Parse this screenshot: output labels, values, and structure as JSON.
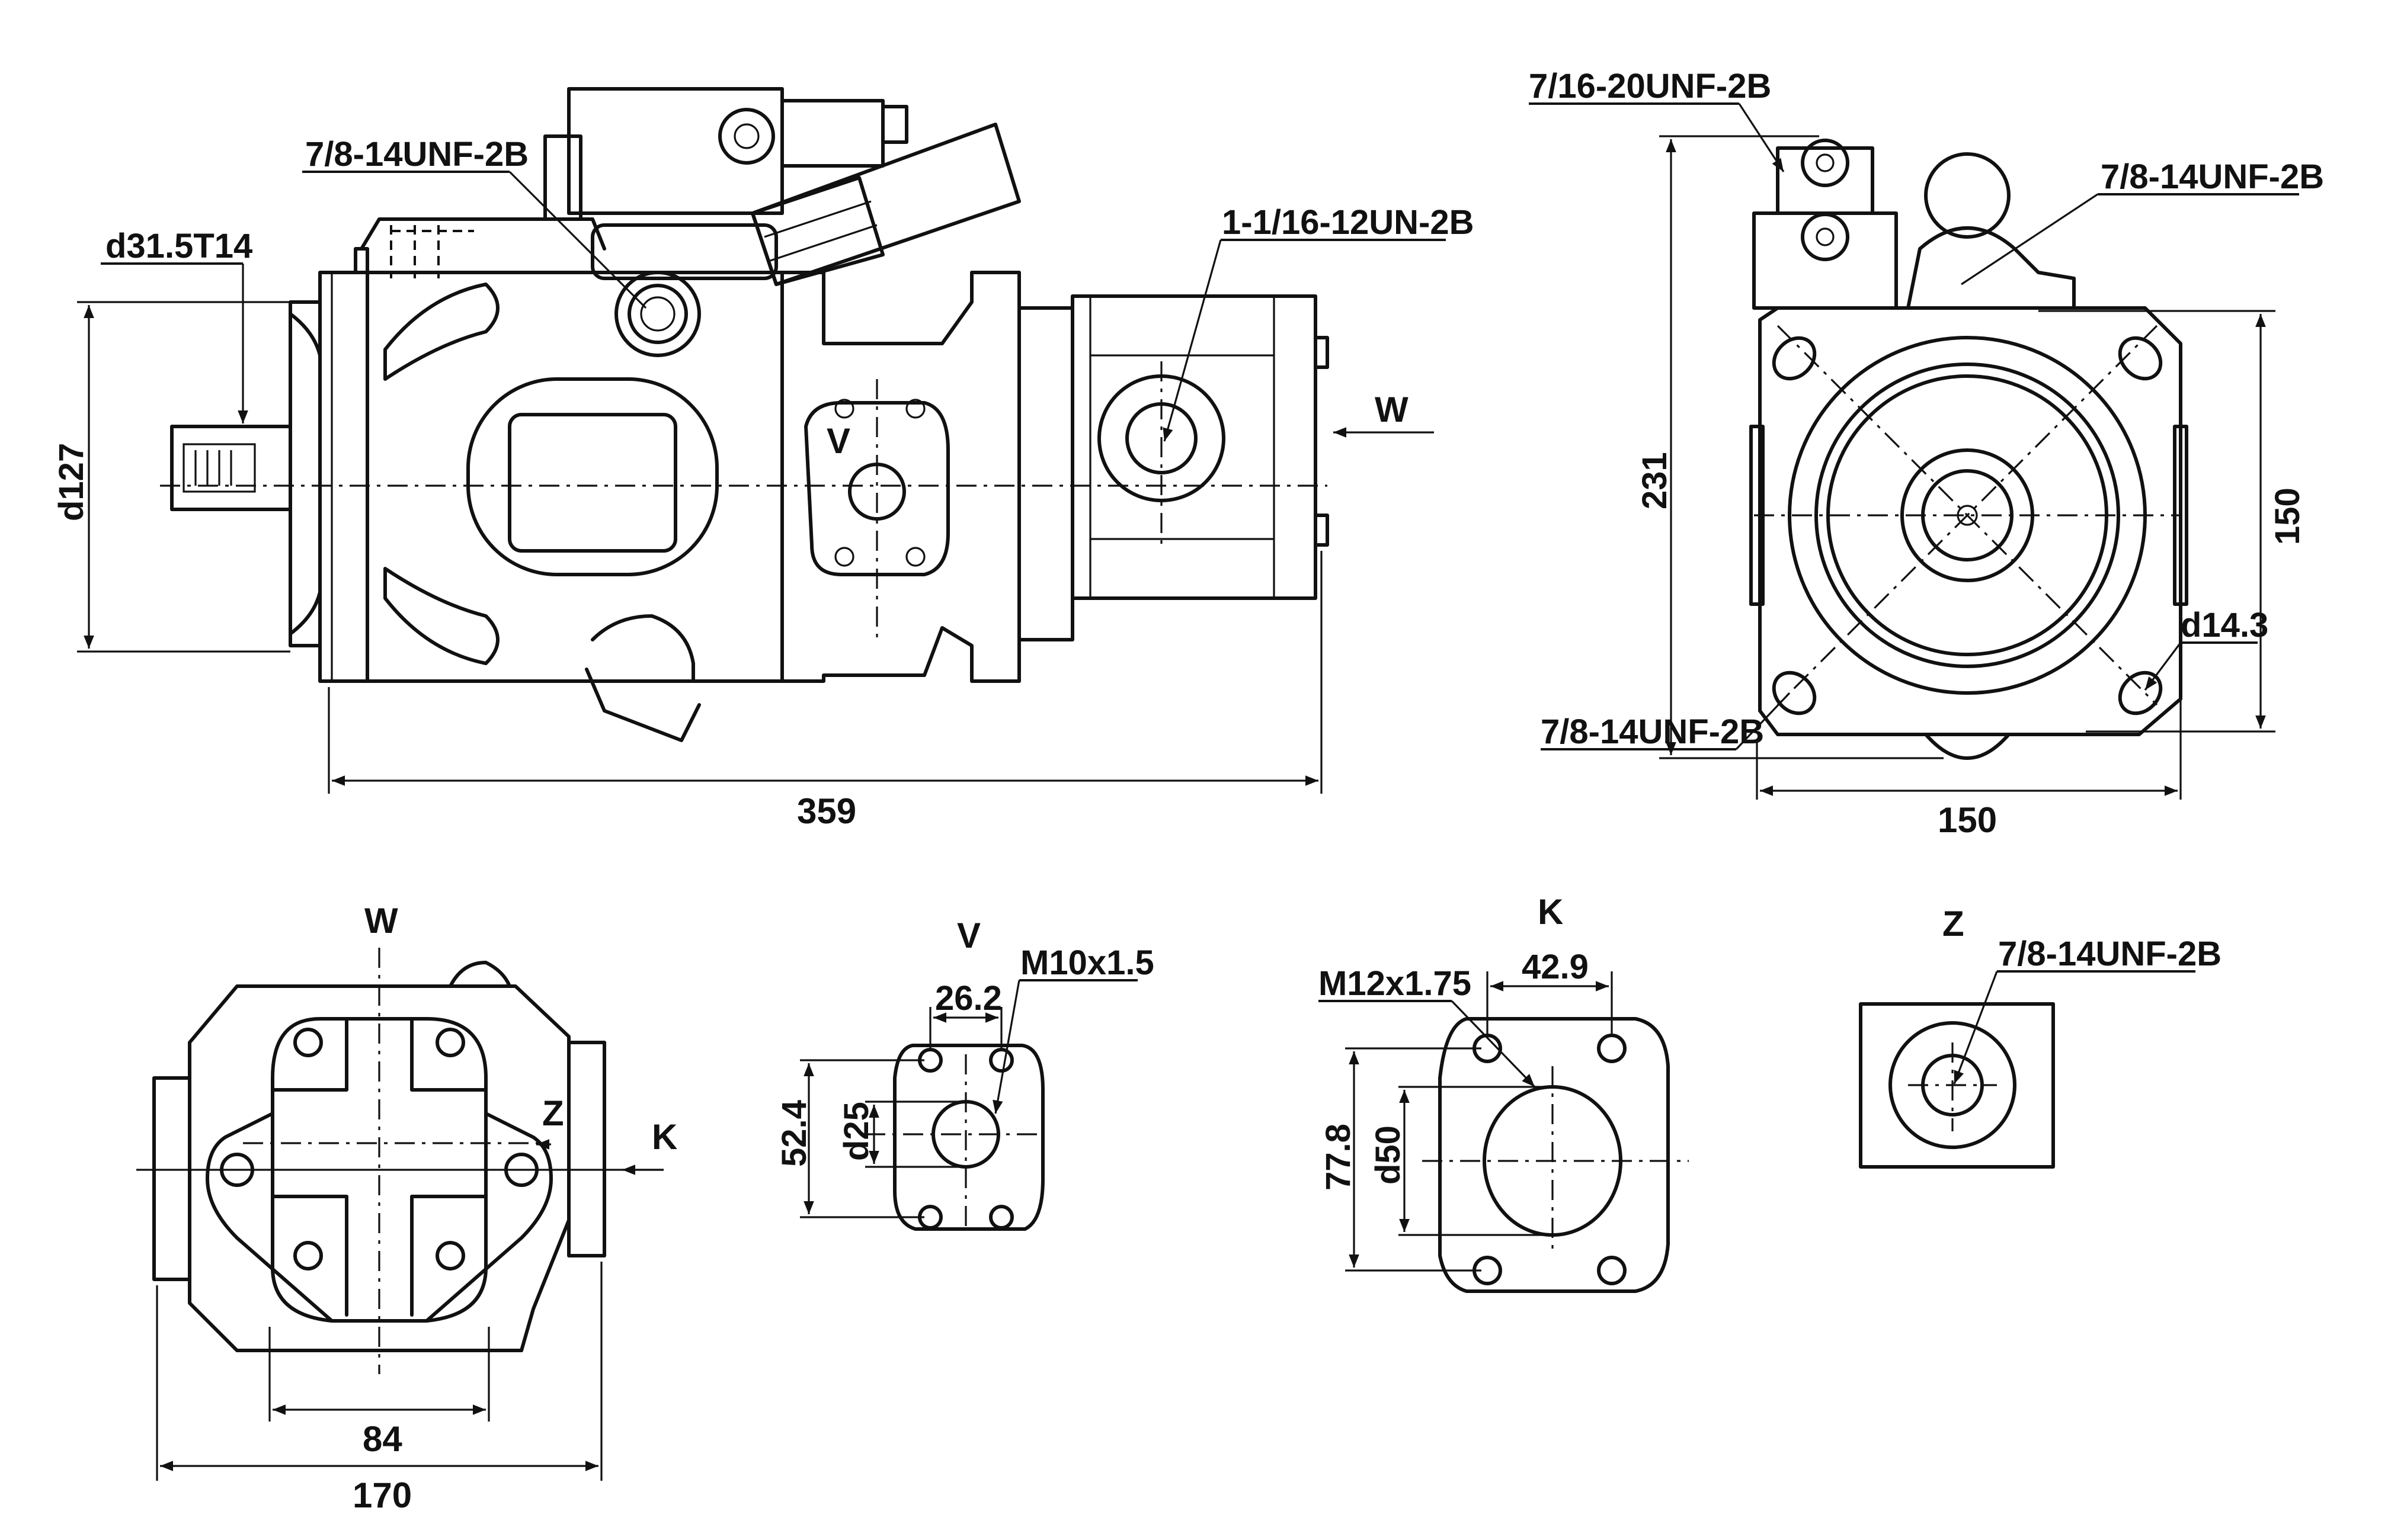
{
  "title": "Hydraulic piston pump with gear pump — dimensional drawing",
  "side_view": {
    "shaft_spline": "d31.5T14",
    "pilot_diameter": "d127",
    "case_drain_port": "7/8-14UNF-2B",
    "gear_pump_port": "1-1/16-12UN-2B",
    "overall_length": "359",
    "view_arrow_w": "W",
    "view_marker_v": "V"
  },
  "front_view": {
    "control_port": "7/16-20UNF-2B",
    "top_port": "7/8-14UNF-2B",
    "bottom_port": "7/8-14UNF-2B",
    "overall_height": "231",
    "flange_height": "150",
    "flange_width": "150",
    "mount_hole": "d14.3"
  },
  "view_w": {
    "title": "W",
    "bolt_spacing": "84",
    "overall_width": "170",
    "arrow_z": "Z",
    "arrow_k": "K"
  },
  "view_v": {
    "title": "V",
    "thread": "M10x1.5",
    "hole_spacing_h": "26.2",
    "hole_spacing_v": "52.4",
    "port_diameter": "d25"
  },
  "view_k": {
    "title": "K",
    "thread": "M12x1.75",
    "hole_spacing_h": "42.9",
    "hole_spacing_v": "77.8",
    "port_diameter": "d50"
  },
  "view_z": {
    "title": "Z",
    "thread": "7/8-14UNF-2B"
  }
}
